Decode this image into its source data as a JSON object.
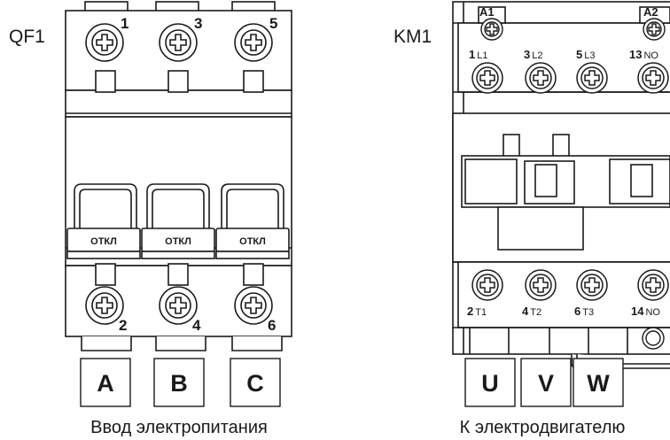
{
  "breaker": {
    "name": "QF1",
    "top_terminals": [
      "1",
      "3",
      "5"
    ],
    "bottom_terminals": [
      "2",
      "4",
      "6"
    ],
    "handle_label": "ОТКЛ",
    "input_phases": [
      "A",
      "B",
      "C"
    ],
    "caption": "Ввод электропитания"
  },
  "contactor": {
    "name": "KM1",
    "coil_terminals": [
      "A1",
      "A2"
    ],
    "top_terminals": [
      {
        "num": "1",
        "sub": "L1"
      },
      {
        "num": "3",
        "sub": "L2"
      },
      {
        "num": "5",
        "sub": "L3"
      },
      {
        "num": "13",
        "sub": "NO"
      }
    ],
    "bottom_terminals": [
      {
        "num": "2",
        "sub": "T1"
      },
      {
        "num": "4",
        "sub": "T2"
      },
      {
        "num": "6",
        "sub": "T3"
      },
      {
        "num": "14",
        "sub": "NO"
      }
    ],
    "output_phases": [
      "U",
      "V",
      "W"
    ],
    "caption": "К электродвигателю"
  },
  "colors": {
    "stroke": "#1a1a1a",
    "fill": "#ffffff"
  }
}
